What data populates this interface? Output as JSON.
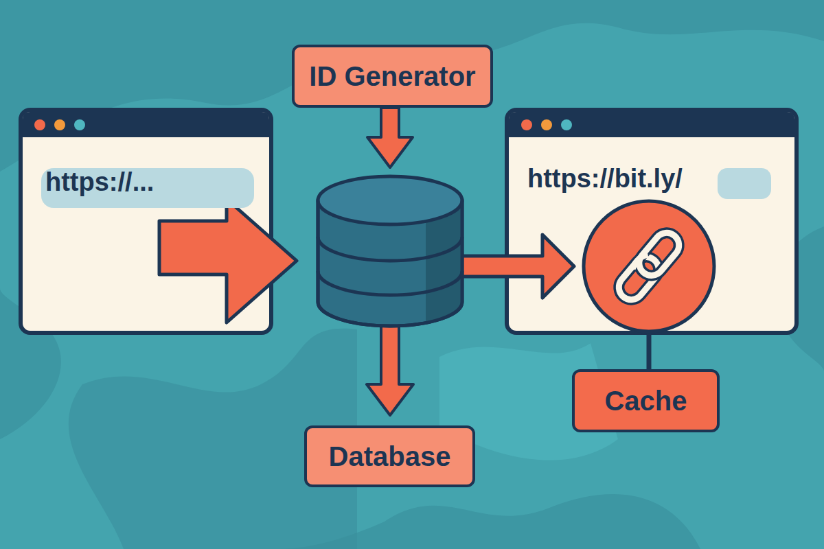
{
  "diagram": {
    "nodes": [
      {
        "text": [
          "ID Generator"
        ]
      },
      {
        "text": [
          "https://..."
        ]
      },
      {
        "text": [
          "https://bit.ly/"
        ]
      },
      {
        "text": [
          "Database"
        ]
      },
      {
        "text": [
          "Cache"
        ]
      }
    ]
  }
}
